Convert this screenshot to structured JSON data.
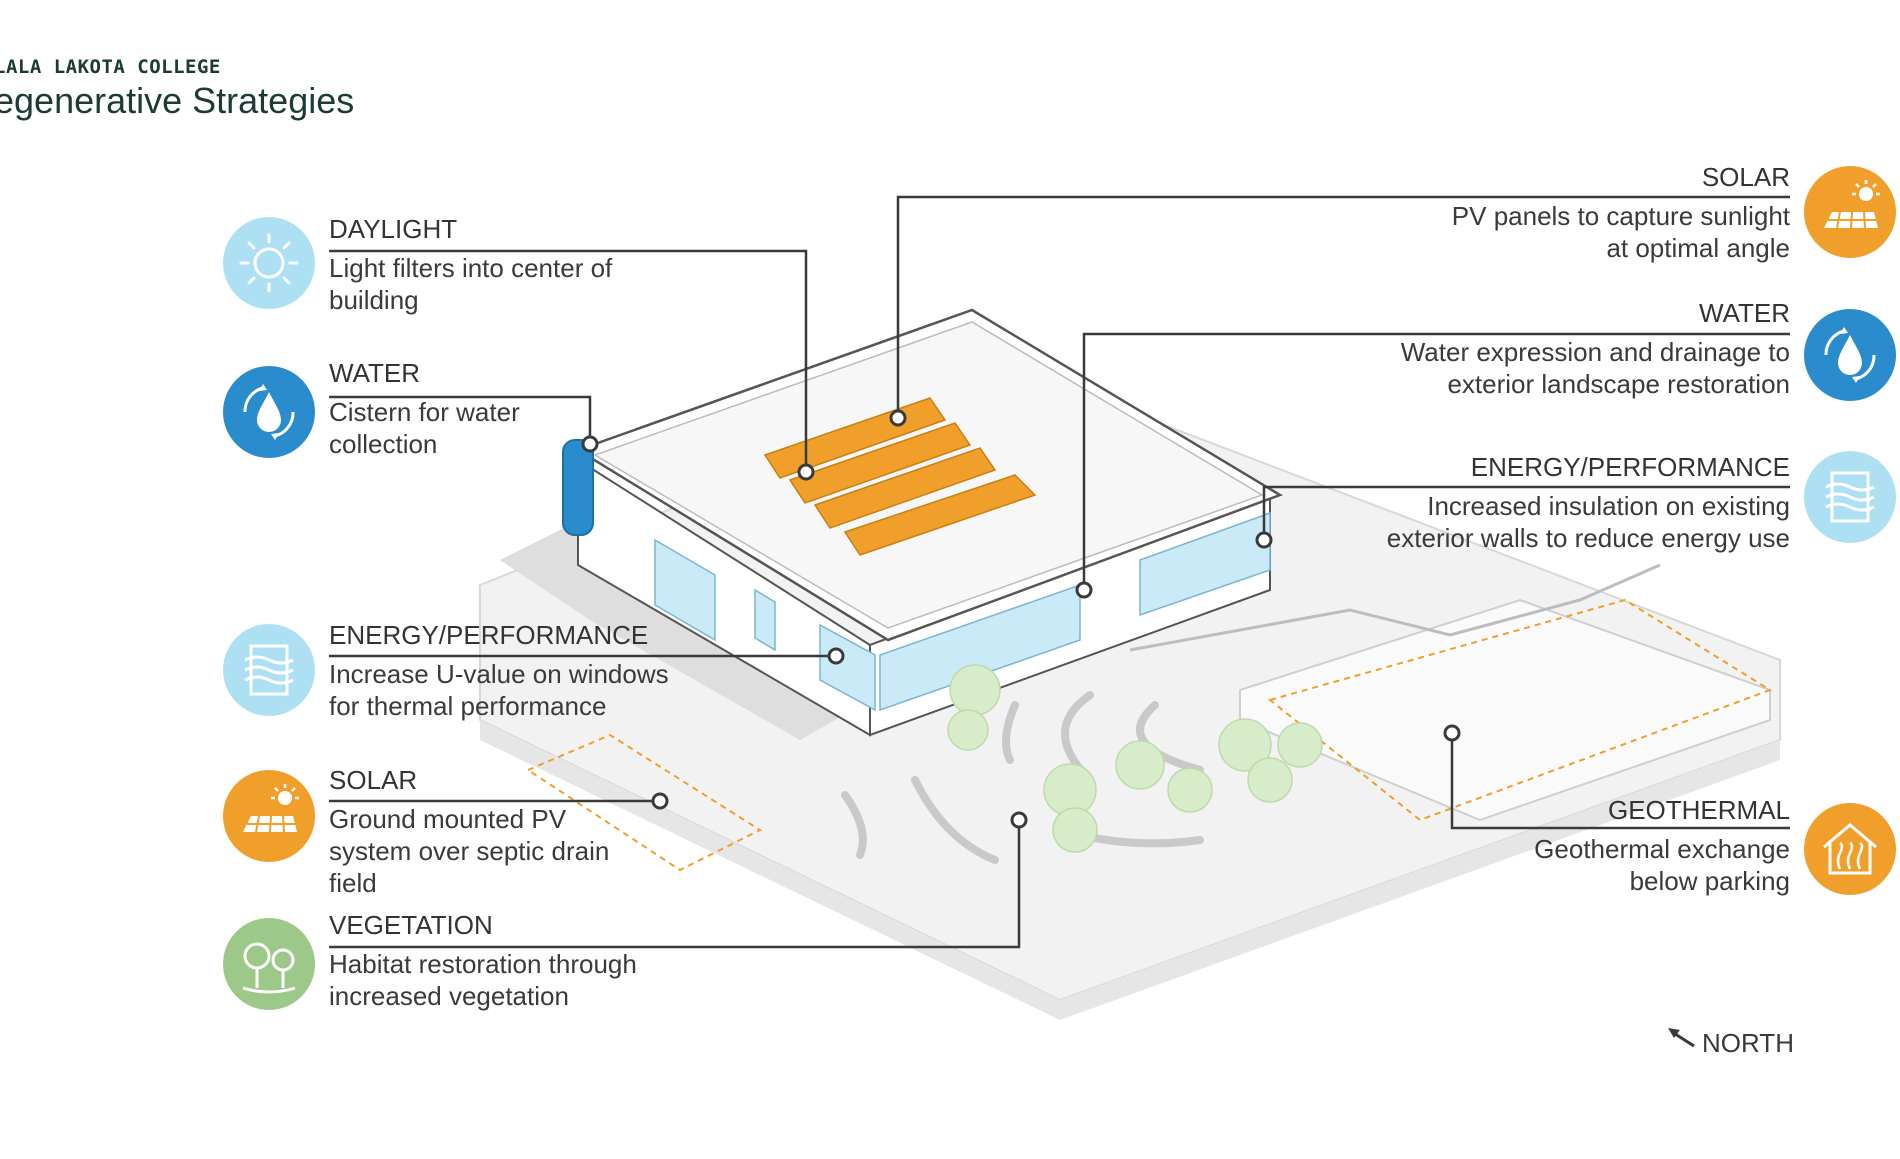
{
  "header": {
    "eyebrow": "LALA LAKOTA COLLEGE",
    "title": "egenerative Strategies"
  },
  "colors": {
    "light_blue": "#aee0f3",
    "blue": "#2a8ccc",
    "orange": "#f0a02a",
    "green": "#9cc98a",
    "leader": "#3a3a3a"
  },
  "callouts_left": [
    {
      "heading": "DAYLIGHT",
      "description": "Light filters into center of building",
      "icon": "sun-icon"
    },
    {
      "heading": "WATER",
      "description": "Cistern for water collection",
      "icon": "water-drop-icon"
    },
    {
      "heading": "ENERGY/PERFORMANCE",
      "description": "Increase U-value on windows for thermal performance",
      "icon": "insulation-icon"
    },
    {
      "heading": "SOLAR",
      "description": "Ground mounted PV system over septic drain field",
      "icon": "solar-panel-icon"
    },
    {
      "heading": "VEGETATION",
      "description": "Habitat restoration through increased vegetation",
      "icon": "trees-icon"
    }
  ],
  "callouts_right": [
    {
      "heading": "SOLAR",
      "description": "PV panels to capture sunlight at optimal angle",
      "icon": "solar-panel-icon"
    },
    {
      "heading": "WATER",
      "description": "Water expression and drainage to exterior landscape restoration",
      "icon": "water-drop-icon"
    },
    {
      "heading": "ENERGY/PERFORMANCE",
      "description": "Increased insulation on existing exterior walls to reduce energy use",
      "icon": "insulation-icon"
    },
    {
      "heading": "GEOTHERMAL",
      "description": "Geothermal exchange below parking",
      "icon": "geothermal-house-icon"
    }
  ],
  "north": {
    "label": "NORTH",
    "icon": "north-arrow-icon"
  }
}
